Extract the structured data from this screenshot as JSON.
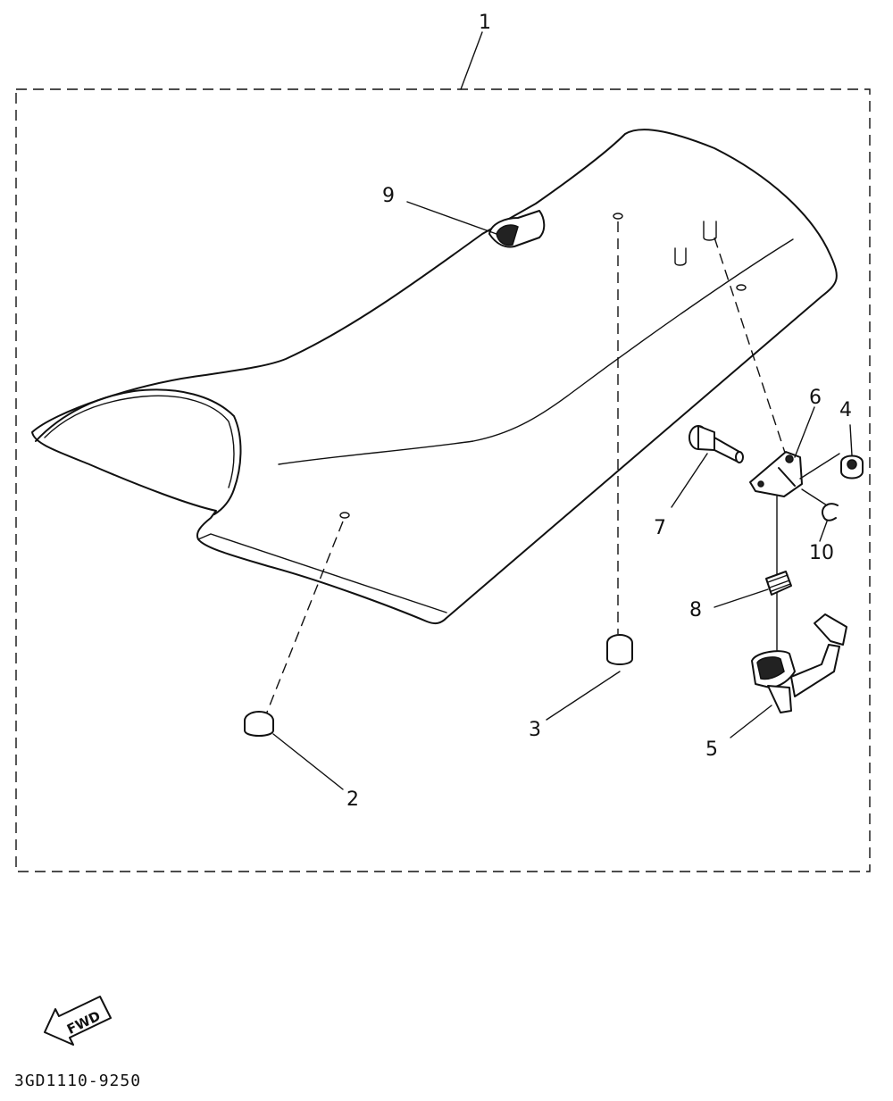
{
  "diagram": {
    "drawing_code": "3GD1110-9250",
    "direction_arrow_text": "FWD",
    "parts": [
      {
        "id": "1",
        "label": "1"
      },
      {
        "id": "2",
        "label": "2"
      },
      {
        "id": "3",
        "label": "3"
      },
      {
        "id": "4",
        "label": "4"
      },
      {
        "id": "5",
        "label": "5"
      },
      {
        "id": "6",
        "label": "6"
      },
      {
        "id": "7",
        "label": "7"
      },
      {
        "id": "8",
        "label": "8"
      },
      {
        "id": "9",
        "label": "9"
      },
      {
        "id": "10",
        "label": "10"
      }
    ]
  }
}
